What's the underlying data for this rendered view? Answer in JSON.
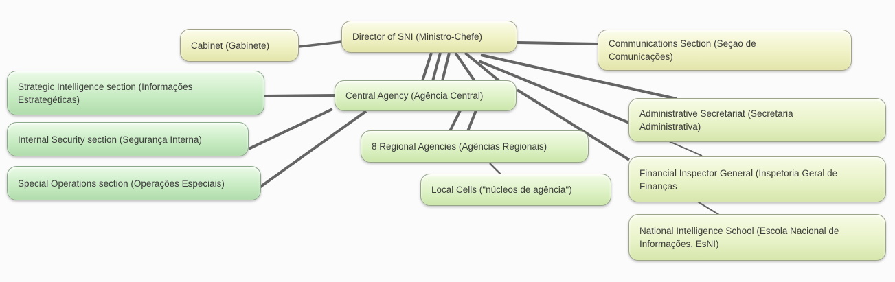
{
  "diagram": {
    "nodes": [
      {
        "id": "director",
        "label": "Director of SNI (Ministro-Chefe)",
        "palette": "yellow"
      },
      {
        "id": "cabinet",
        "label": "Cabinet (Gabinete)",
        "palette": "yellow"
      },
      {
        "id": "communications",
        "label": "Communications Section (Seçao de Comunicações)",
        "palette": "yellow"
      },
      {
        "id": "central",
        "label": "Central Agency (Agência Central)",
        "palette": "palegreen"
      },
      {
        "id": "strategic",
        "label": "Strategic Intelligence section (Informações Estrategéticas)",
        "palette": "green"
      },
      {
        "id": "internal",
        "label": "Internal Security section (Segurança Interna)",
        "palette": "green"
      },
      {
        "id": "special",
        "label": "Special Operations section (Operações Especiais)",
        "palette": "green"
      },
      {
        "id": "regional",
        "label": "8 Regional Agencies (Agências Regionais)",
        "palette": "palegreen"
      },
      {
        "id": "local",
        "label": "Local Cells (\"núcleos de agência\")",
        "palette": "palegreen"
      },
      {
        "id": "admin",
        "label": "Administrative Secretariat (Secretaria Administrativa)",
        "palette": "rightgreen"
      },
      {
        "id": "financial",
        "label": "Financial Inspector General (Inspetoria Geral de Finanças",
        "palette": "rightgreen"
      },
      {
        "id": "nis",
        "label": "National Intelligence School (Escola Nacional de Informações, EsNI)",
        "palette": "rightgreen"
      }
    ],
    "edges": [
      [
        "cabinet",
        "director"
      ],
      [
        "director",
        "communications"
      ],
      [
        "director",
        "central"
      ],
      [
        "director",
        "admin"
      ],
      [
        "director",
        "financial"
      ],
      [
        "director",
        "nis"
      ],
      [
        "director",
        "regional"
      ],
      [
        "central",
        "strategic"
      ],
      [
        "central",
        "internal"
      ],
      [
        "central",
        "special"
      ],
      [
        "central",
        "regional"
      ],
      [
        "regional",
        "local"
      ]
    ],
    "colors": {
      "line": "#4f4f4f",
      "background": "#fbfbfb",
      "box_yellow": "#f0f2c6",
      "box_green": "#c9ecc4",
      "box_palegreen": "#def2c6",
      "box_rightgreen": "#e9f3c9"
    }
  }
}
